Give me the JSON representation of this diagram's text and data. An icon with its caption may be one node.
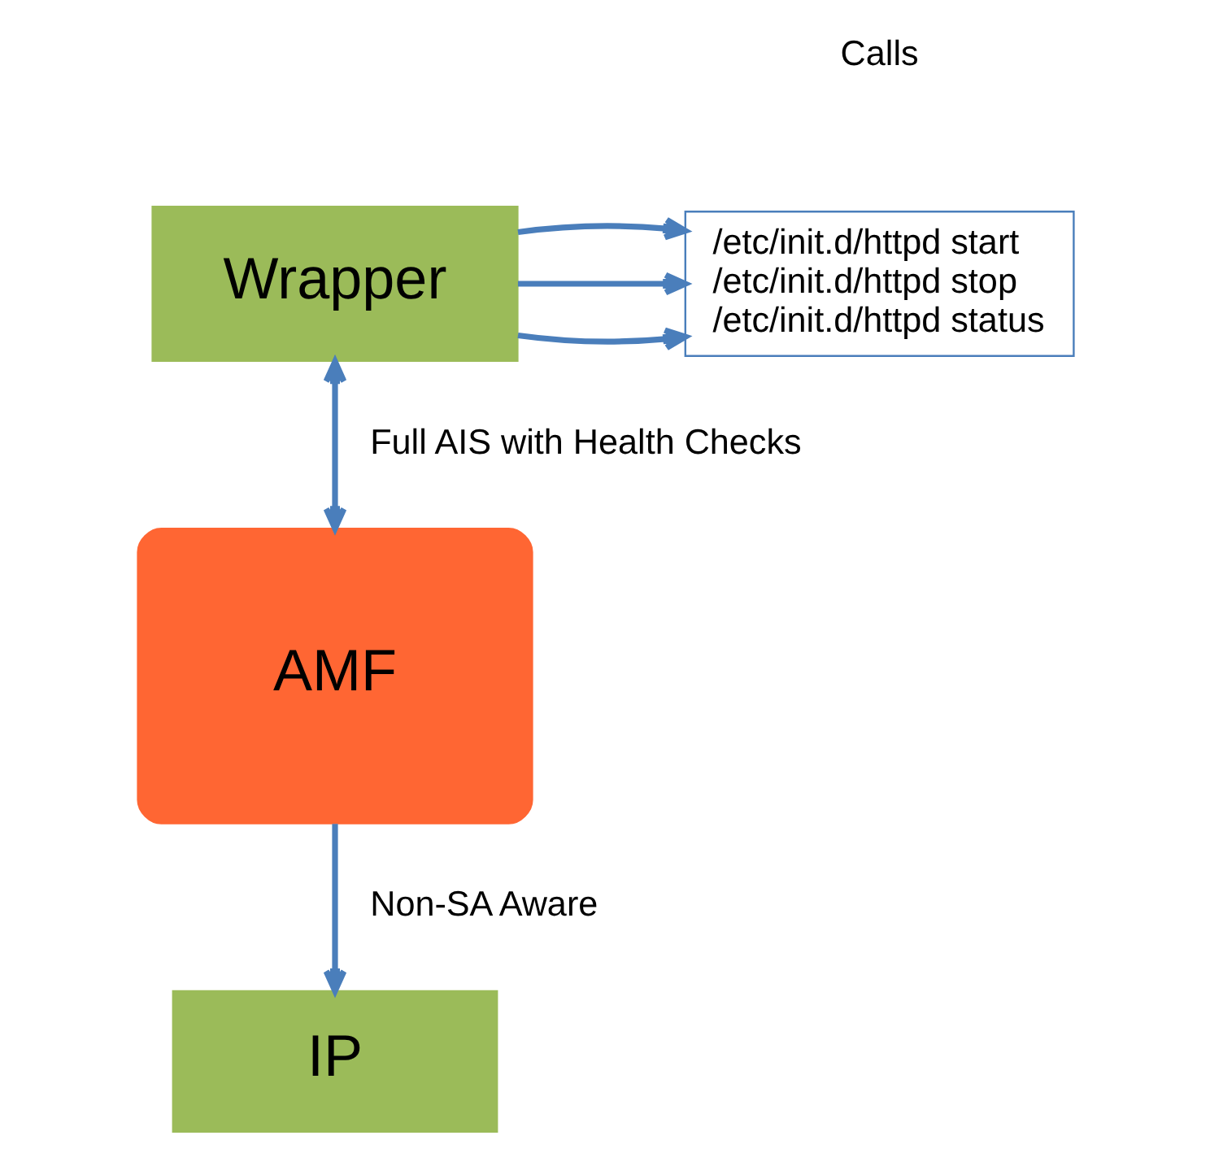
{
  "diagram": {
    "nodes": [
      {
        "text": [
          "Wrapper"
        ]
      },
      {
        "text": [
          "/etc/init.d/httpd start",
          "/etc/init.d/httpd stop",
          "/etc/init.d/httpd status"
        ]
      },
      {
        "text": [
          "AMF"
        ]
      },
      {
        "text": [
          "IP"
        ]
      }
    ],
    "edges": [
      {
        "from": 0,
        "to": 1,
        "arrow": "to"
      },
      {
        "from": 0,
        "to": 1,
        "arrow": "to"
      },
      {
        "from": 0,
        "to": 1,
        "arrow": "to"
      },
      {
        "from": 0,
        "to": 2,
        "arrow": "both",
        "label": "Full AIS with Health Checks"
      },
      {
        "from": 2,
        "to": 3,
        "arrow": "to",
        "label": "Non-SA Aware"
      }
    ],
    "labels": [
      "Calls"
    ]
  }
}
